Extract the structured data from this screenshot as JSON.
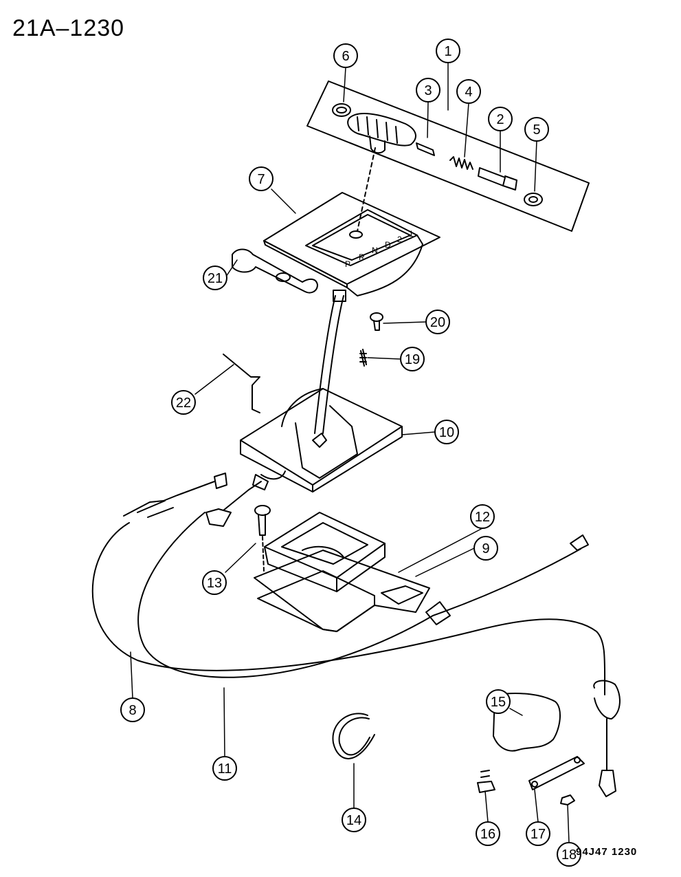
{
  "title": "21A–1230",
  "diagram_code": "94J47  1230",
  "callouts": [
    {
      "num": "1"
    },
    {
      "num": "2"
    },
    {
      "num": "3"
    },
    {
      "num": "4"
    },
    {
      "num": "5"
    },
    {
      "num": "6"
    },
    {
      "num": "7"
    },
    {
      "num": "8"
    },
    {
      "num": "9"
    },
    {
      "num": "10"
    },
    {
      "num": "11"
    },
    {
      "num": "12"
    },
    {
      "num": "13"
    },
    {
      "num": "14"
    },
    {
      "num": "15"
    },
    {
      "num": "16"
    },
    {
      "num": "17"
    },
    {
      "num": "18"
    },
    {
      "num": "19"
    },
    {
      "num": "20"
    },
    {
      "num": "21"
    },
    {
      "num": "22"
    }
  ],
  "gear_indicator": [
    "P",
    "R",
    "N",
    "D",
    "2",
    "1"
  ]
}
